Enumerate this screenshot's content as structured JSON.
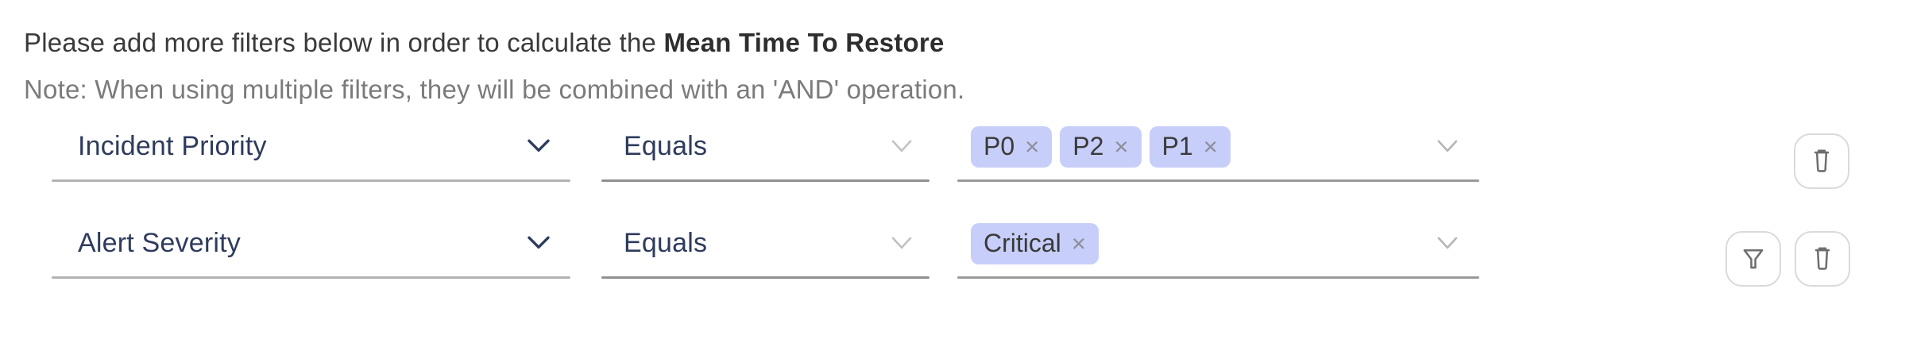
{
  "header": {
    "intro_text": "Please add more filters below in order to calculate the ",
    "intro_bold": "Mean Time To Restore",
    "note": "Note: When using multiple filters, they will be combined with an 'AND' operation."
  },
  "ui": {
    "tag_remove_glyph": "×"
  },
  "icons": {
    "attribute_chevron": "chevron-down",
    "operator_chevron": "chevron-down",
    "values_chevron": "chevron-down",
    "filter_button": "funnel",
    "delete_button": "trash"
  },
  "colors": {
    "label_navy": "#2e3b5c",
    "tag_background": "#c7cef9",
    "tag_text": "#3a3a3a",
    "tag_remove": "#8d8d99",
    "intro_text": "#3a3a3a",
    "note_text": "#7b7b7b",
    "underline_gray": "#909090",
    "button_border": "#dadada",
    "button_icon": "#6f6f6f"
  },
  "filters": [
    {
      "attribute": "Incident Priority",
      "operator": "Equals",
      "values": [
        "P0",
        "P2",
        "P1"
      ],
      "actions": [
        "delete"
      ]
    },
    {
      "attribute": "Alert Severity",
      "operator": "Equals",
      "values": [
        "Critical"
      ],
      "actions": [
        "filter",
        "delete"
      ]
    }
  ]
}
